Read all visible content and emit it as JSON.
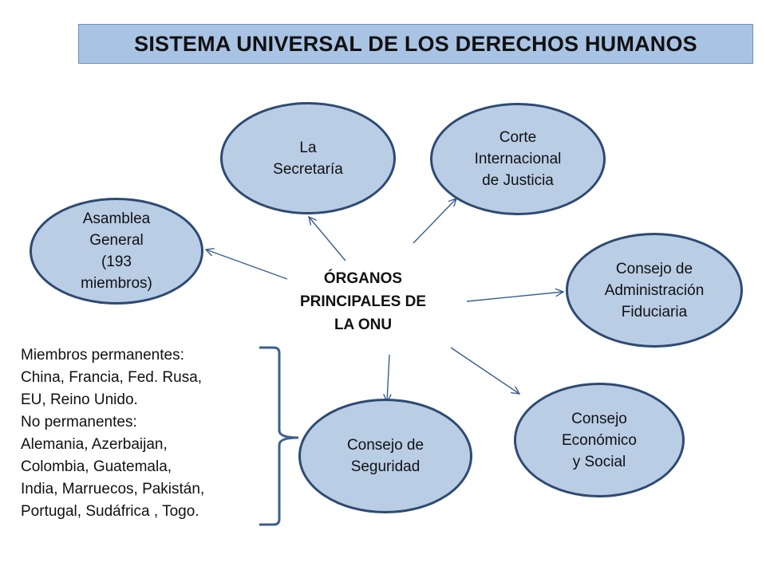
{
  "title": "SISTEMA UNIVERSAL DE LOS DERECHOS HUMANOS",
  "center": [
    "ÓRGANOS",
    "PRINCIPALES DE",
    "LA ONU"
  ],
  "nodes": {
    "asamblea": [
      "Asamblea",
      "General",
      "(193",
      "miembros)"
    ],
    "secretaria": [
      "La",
      "Secretaría"
    ],
    "corte": [
      "Corte",
      "Internacional",
      "de Justicia"
    ],
    "fiduciaria": [
      "Consejo de",
      "Administración",
      "Fiduciaria"
    ],
    "economico": [
      "Consejo",
      "Económico",
      "y Social"
    ],
    "seguridad": [
      "Consejo de",
      "Seguridad"
    ]
  },
  "members": [
    "Miembros permanentes:",
    "China, Francia, Fed. Rusa,",
    "EU, Reino Unido.",
    "No permanentes:",
    "Alemania, Azerbaijan,",
    "Colombia, Guatemala,",
    "India, Marruecos, Pakistán,",
    "Portugal, Sudáfrica , Togo."
  ],
  "colors": {
    "title_fill": "#a9c3e4",
    "node_fill": "#b9cde5",
    "node_border": "#2e4a73",
    "arrow": "#3b5f8e"
  }
}
